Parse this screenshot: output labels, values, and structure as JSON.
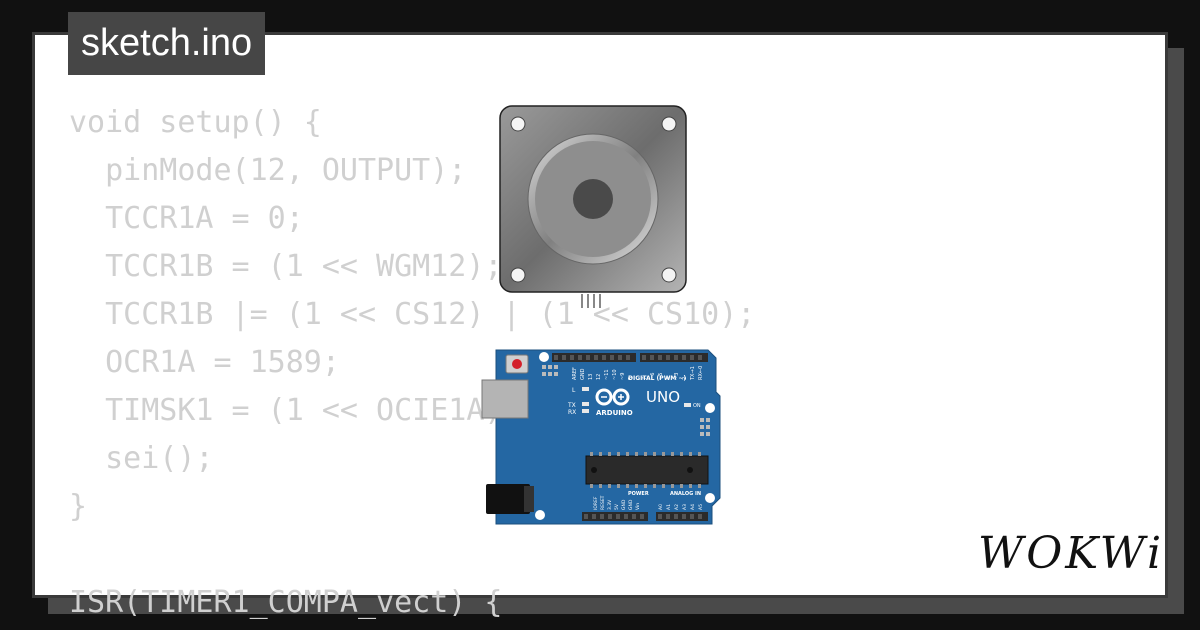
{
  "file_tab": {
    "label": "sketch.ino"
  },
  "code": {
    "lines": [
      "void setup() {",
      "  pinMode(12, OUTPUT);",
      "  TCCR1A = 0;",
      "  TCCR1B = (1 << WGM12);",
      "  TCCR1B |= (1 << CS12) | (1 << CS10);",
      "  OCR1A = 1589;",
      "  TIMSK1 = (1 << OCIE1A);",
      "  sei();",
      "}",
      "",
      "ISR(TIMER1_COMPA_vect) {"
    ]
  },
  "board": {
    "brand": "ARDUINO",
    "model": "UNO",
    "digital_label": "DIGITAL (PWM ~)",
    "power_label": "POWER",
    "analog_label": "ANALOG IN",
    "led_l": "L",
    "led_tx": "TX",
    "led_rx": "RX",
    "led_on": "ON",
    "top_pins": [
      "AREF",
      "GND",
      "13",
      "12",
      "~11",
      "~10",
      "~9",
      "8",
      "7",
      "~6",
      "~5",
      "4",
      "~3",
      "2",
      "TX→1",
      "RX←0"
    ],
    "power_pins": [
      "IOREF",
      "RESET",
      "3.3V",
      "5V",
      "GND",
      "GND",
      "Vin"
    ],
    "analog_pins": [
      "A0",
      "A1",
      "A2",
      "A3",
      "A4",
      "A5"
    ]
  },
  "logo": {
    "text": "WOKWi"
  },
  "colors": {
    "board_blue": "#2467a3",
    "card_border": "#3a3a3a",
    "code_text": "#d0d0d0",
    "tab_bg": "#464646",
    "reset_button": "#d3202a"
  }
}
